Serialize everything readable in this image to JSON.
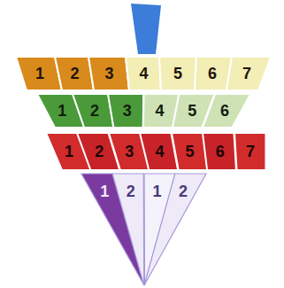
{
  "diagram": {
    "nodes": [
      {
        "text": [
          "1"
        ]
      },
      {
        "text": [
          "2"
        ]
      },
      {
        "text": [
          "3"
        ]
      },
      {
        "text": [
          "4"
        ]
      },
      {
        "text": [
          "5"
        ]
      },
      {
        "text": [
          "6"
        ]
      },
      {
        "text": [
          "7"
        ]
      },
      {
        "text": [
          "1"
        ]
      },
      {
        "text": [
          "2"
        ]
      },
      {
        "text": [
          "3"
        ]
      },
      {
        "text": [
          "4"
        ]
      },
      {
        "text": [
          "5"
        ]
      },
      {
        "text": [
          "6"
        ]
      },
      {
        "text": [
          "1"
        ]
      },
      {
        "text": [
          "2"
        ]
      },
      {
        "text": [
          "3"
        ]
      },
      {
        "text": [
          "4"
        ]
      },
      {
        "text": [
          "5"
        ]
      },
      {
        "text": [
          "6"
        ]
      },
      {
        "text": [
          "7"
        ]
      },
      {
        "text": [
          "1"
        ]
      },
      {
        "text": [
          "2"
        ]
      },
      {
        "text": [
          "1"
        ]
      },
      {
        "text": [
          "2"
        ]
      }
    ]
  }
}
